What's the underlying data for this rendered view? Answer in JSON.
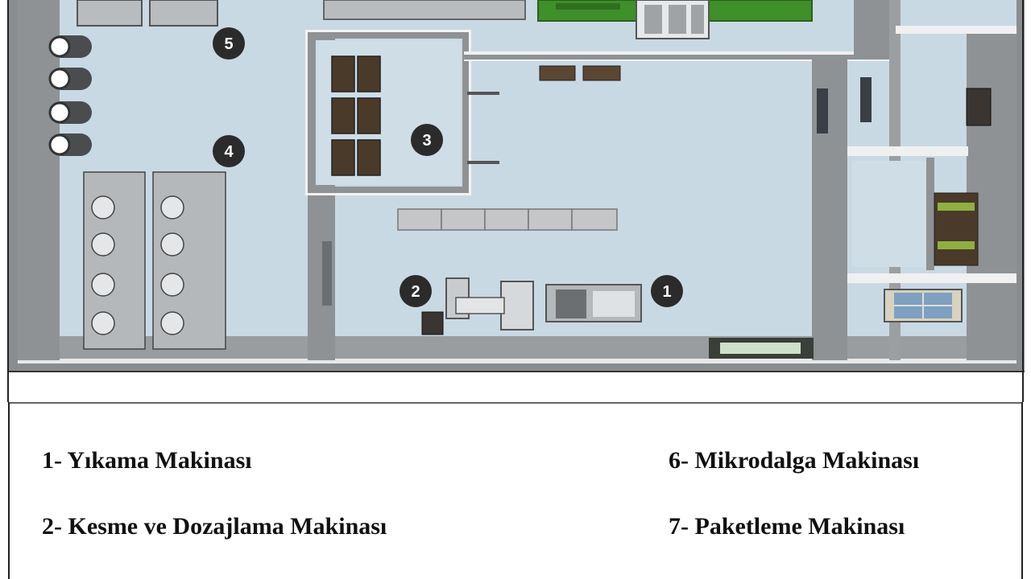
{
  "plan": {
    "markers": [
      "1",
      "2",
      "3",
      "4",
      "5"
    ]
  },
  "legend": {
    "left": [
      "1- Yıkama Makinası",
      "2- Kesme ve Dozajlama Makinası"
    ],
    "right": [
      "6- Mikrodalga Makinası",
      "7- Paketleme Makinası"
    ]
  },
  "colors": {
    "floor": "#c9d9e3",
    "wall": "#8a8d8f",
    "wall_dark": "#6c6f71",
    "machine_green": "#3f8f2a",
    "machine_grey": "#b8bcbf",
    "marker": "#2b2b2b"
  }
}
